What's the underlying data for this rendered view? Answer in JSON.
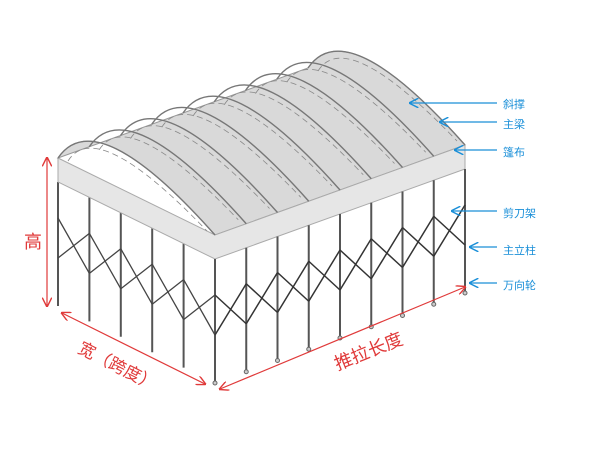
{
  "labels": {
    "diagonal_brace": "斜撑",
    "main_beam": "主梁",
    "canopy": "篷布",
    "scissor_frame": "剪刀架",
    "main_column": "主立柱",
    "caster_wheel": "万向轮"
  },
  "dimensions": {
    "height": "高",
    "width": "宽（跨度）",
    "length": "推拉长度"
  },
  "colors": {
    "label": "#1a8fd8",
    "dimension": "#e03a3a",
    "frame": "#555555",
    "roof": "#d9d9d9"
  }
}
